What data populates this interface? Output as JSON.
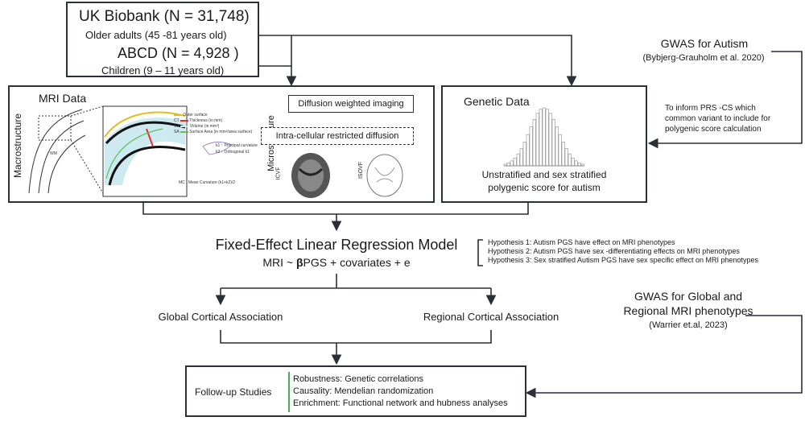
{
  "cohorts": {
    "ukb_title": "UK Biobank (N = 31,748)",
    "ukb_sub": "Older adults (45 -81 years old)",
    "abcd_title": "ABCD (N = 4,928 )",
    "abcd_sub": "Children (9  – 11 years old)"
  },
  "mri": {
    "title": "MRI Data",
    "macro_label": "Macrostructure",
    "micro_label": "Microstructure",
    "dwi": "Diffusion weighted imaging",
    "icrd": "Intra-cellular restricted diffusion",
    "icvf": "ICVF",
    "isovf": "ISOVF",
    "wm": "WM",
    "legend": [
      {
        "key": "",
        "text": "Outer surface",
        "color": "#e0c020"
      },
      {
        "key": "CT",
        "text": "Thickness (in mm)",
        "color": "#e03030"
      },
      {
        "key": "Vol",
        "text": "Volume (in mm³)",
        "color": ""
      },
      {
        "key": "SA",
        "text": "Surface Area (in mm²/area surface)",
        "color": "#60c060"
      }
    ],
    "curv_k1": "k1 ↑ Principal curvature",
    "curv_k2": "k2 ↑ Orthogonal k1",
    "mc": "MC : Mean Curvature (k1+k2)/2"
  },
  "genetic": {
    "title": "Genetic Data",
    "caption_line1": "Unstratified and sex stratified",
    "caption_line2": "polygenic score for autism"
  },
  "gwas_autism": {
    "title": "GWAS for Autism",
    "citation": "(Bybjerg-Grauholm et al. 2020)"
  },
  "prs_note": {
    "line1": "To inform PRS -CS which",
    "line2": "common variant to include for",
    "line3": "polygenic score calculation"
  },
  "model": {
    "title": "Fixed-Effect Linear Regression Model",
    "eq_prefix": "MRI ~ ",
    "eq_beta": "β",
    "eq_suffix": "PGS + covariates + e"
  },
  "hypotheses": [
    "Hypothesis 1: Autism PGS have effect on MRI phenotypes",
    "Hypothesis 2: Autism PGS have sex   -differentiating effects on MRI phenotypes",
    "Hypothesis 3: Sex stratified Autism PGS have sex specific effect on MRI phenotypes"
  ],
  "associations": {
    "global": "Global Cortical Association",
    "regional": "Regional Cortical Association"
  },
  "gwas_mri": {
    "line1": "GWAS for Global and",
    "line2": "Regional MRI phenotypes",
    "citation": "(Warrier et.al, 2023)"
  },
  "followup": {
    "title": "Follow-up Studies",
    "items": [
      "Robustness: Genetic correlations",
      "Causality: Mendelian randomization",
      "Enrichment: Functional network and hubness analyses"
    ]
  },
  "colors": {
    "border": "#2b2f38",
    "accent_green": "#4caf50",
    "histogram": "#9a9a9a"
  }
}
